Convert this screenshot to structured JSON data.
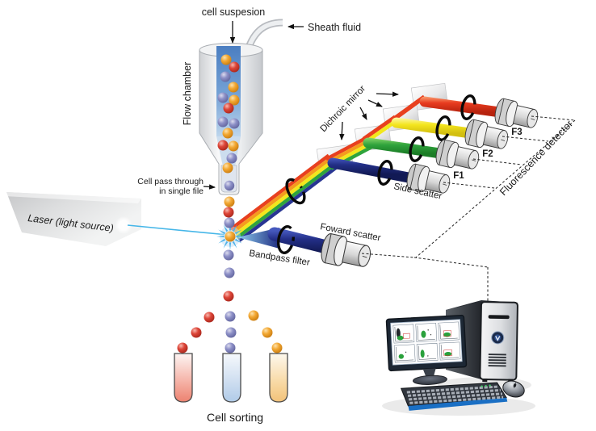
{
  "diagram": {
    "type": "flow-cytometry-schematic",
    "labels": {
      "cell_suspension": "cell suspesion",
      "sheath_fluid": "Sheath fluid",
      "flow_chamber": "Flow chamber",
      "cell_pass_through_line1": "Cell pass through",
      "cell_pass_through_line2": "in single file",
      "laser": "Laser (light source)",
      "dichroic_mirror": "Dichroic mirror",
      "bandpass_filter": "Bandpass filter",
      "forward_scatter": "Foward scatter",
      "side_scatter": "Side scatter",
      "fluorescence_detector": "Fluorescence detector",
      "detector_f1": "F1",
      "detector_f2": "F2",
      "detector_f3": "F3",
      "cell_sorting": "Cell sorting"
    },
    "colors": {
      "detector_f1": "#2fa43c",
      "detector_f2": "#f5a11d",
      "detector_f3": "#e8392b",
      "laser_beam": "#45b6e8",
      "scatter_beam": "#232f87",
      "rainbow_red": "#e8401f",
      "rainbow_orange": "#f59b1e",
      "rainbow_yellow": "#f2e71c",
      "rainbow_green": "#2fa43c",
      "rainbow_blue": "#283593",
      "cell_orange": "#ef9f27",
      "cell_red": "#dd4538",
      "cell_purple": "#8d90c7",
      "tube_left": "#ee8474",
      "tube_middle": "#b9d2ec",
      "tube_right": "#f5c985"
    }
  }
}
